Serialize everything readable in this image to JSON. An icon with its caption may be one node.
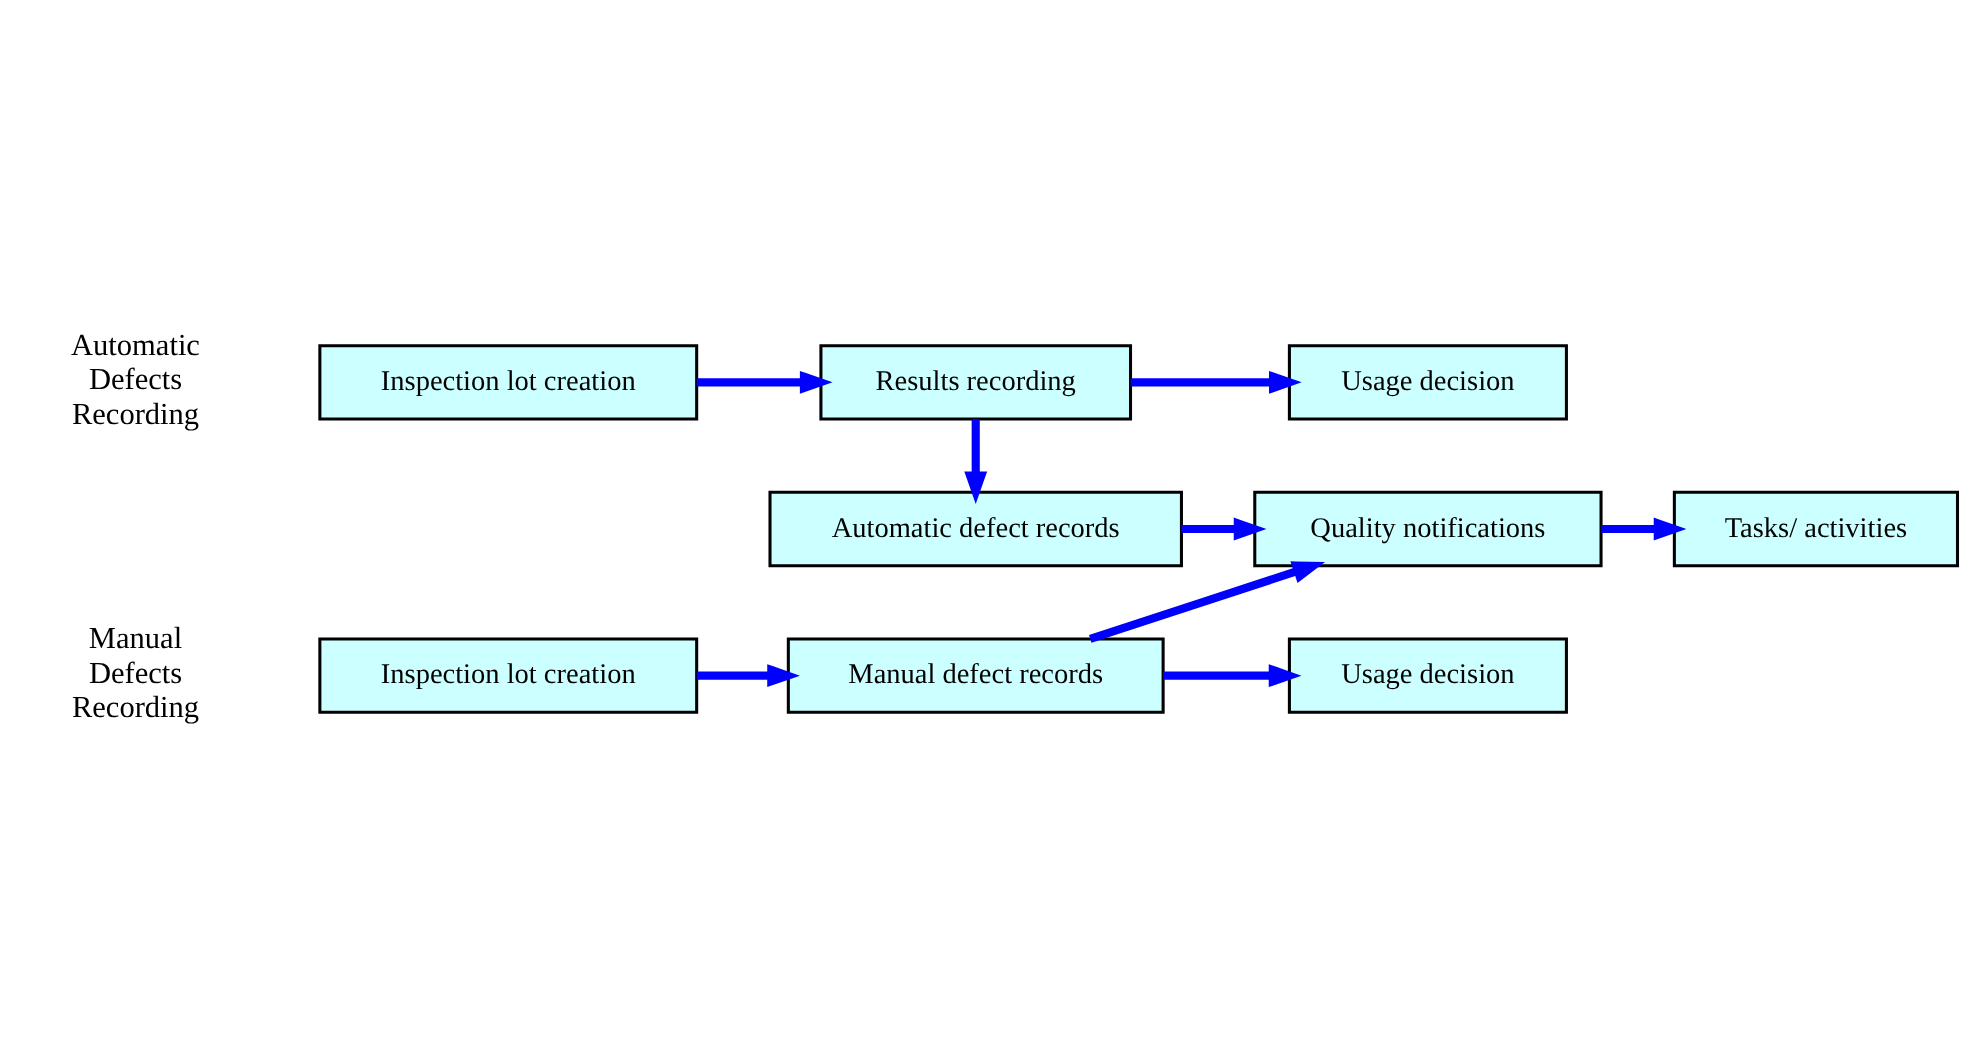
{
  "diagram": {
    "nodes": [
      {
        "text": [
          "Inspection lot creation"
        ]
      },
      {
        "text": [
          "Results recording"
        ]
      },
      {
        "text": [
          "Usage decision"
        ]
      },
      {
        "text": [
          "Automatic defect records"
        ]
      },
      {
        "text": [
          "Quality notifications"
        ]
      },
      {
        "text": [
          "Tasks/ activities"
        ]
      },
      {
        "text": [
          "Inspection lot creation"
        ]
      },
      {
        "text": [
          "Manual defect records"
        ]
      },
      {
        "text": [
          "Usage decision"
        ]
      }
    ],
    "edges": [
      {
        "from": 0,
        "to": 1,
        "arrow": "to"
      },
      {
        "from": 1,
        "to": 2,
        "arrow": "to"
      },
      {
        "from": 1,
        "to": 3,
        "arrow": "to"
      },
      {
        "from": 3,
        "to": 4,
        "arrow": "to"
      },
      {
        "from": 4,
        "to": 5,
        "arrow": "to"
      },
      {
        "from": 6,
        "to": 7,
        "arrow": "to"
      },
      {
        "from": 7,
        "to": 8,
        "arrow": "to"
      },
      {
        "from": 7,
        "to": 4,
        "arrow": "to"
      }
    ],
    "labels": [
      "Automatic Defects Recording",
      "Manual Defects Recording"
    ]
  }
}
